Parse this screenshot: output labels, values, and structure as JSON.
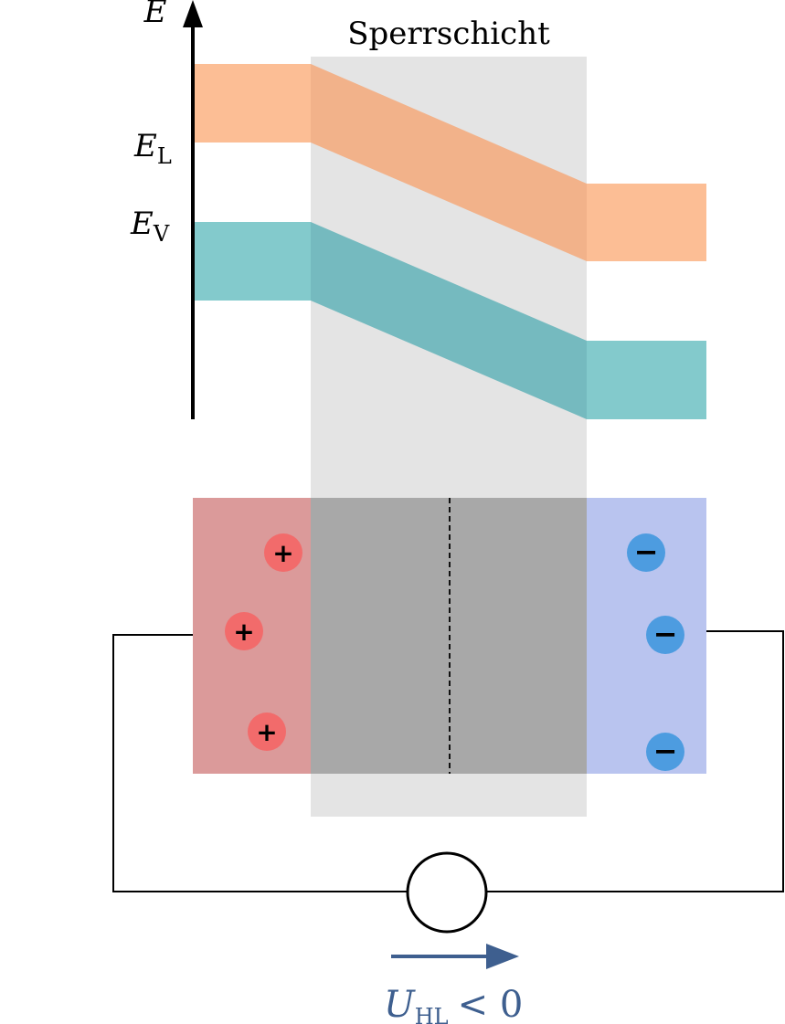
{
  "diagram": {
    "energy_axis": {
      "label": "E"
    },
    "band_labels": {
      "conduction": {
        "main": "E",
        "sub": "L"
      },
      "valence": {
        "main": "E",
        "sub": "V"
      }
    },
    "depletion_region": {
      "label": "Sperrschicht"
    },
    "charges": {
      "positive_symbol": "+",
      "negative_symbol": "−"
    },
    "voltage": {
      "main": "U",
      "sub": "HL",
      "relation": "< 0"
    }
  },
  "colors": {
    "conduction_band": "#fcbe95",
    "conduction_band_overlap": "#f2b28a",
    "valence_band": "#83cacc",
    "valence_band_overlap": "#75babf",
    "depletion_region": "#e4e4e4",
    "p_region": "#db9a9a",
    "n_region": "#b9c4ef",
    "junction_core": "#a8a8a8",
    "positive_charge": "#f26b6b",
    "negative_charge": "#4d9ce0",
    "voltage_arrow": "#3e5f8f",
    "line": "#000000"
  }
}
